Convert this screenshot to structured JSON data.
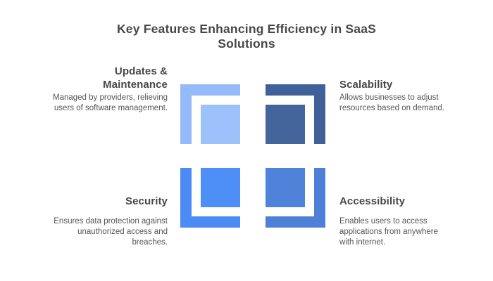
{
  "title": "Key Features Enhancing Efficiency in SaaS\nSolutions",
  "colors": {
    "background": "#FFFFFF",
    "title_text": "#474747",
    "heading_text": "#474747",
    "description_text": "#555555"
  },
  "quadrants": [
    {
      "id": "updates-maintenance",
      "position": "top-left",
      "heading": "Updates &\nMaintenance",
      "description": "Managed by providers, relieving\nusers of software management.",
      "bracket_color": "#94BAFA",
      "square_color": "#9DC2FB"
    },
    {
      "id": "scalability",
      "position": "top-right",
      "heading": "Scalability",
      "description": "Allows businesses to adjust\nresources based on demand.",
      "bracket_color": "#40609A",
      "square_color": "#44649C"
    },
    {
      "id": "security",
      "position": "bottom-left",
      "heading": "Security",
      "description": "Ensures data protection against\nunauthorized access and\nbreaches.",
      "bracket_color": "#4C8BF4",
      "square_color": "#4E8FF7"
    },
    {
      "id": "accessibility",
      "position": "bottom-right",
      "heading": "Accessibility",
      "description": "Enables users to access\napplications from anywhere\nwith internet.",
      "bracket_color": "#4D80D6",
      "square_color": "#4F83D9"
    }
  ]
}
